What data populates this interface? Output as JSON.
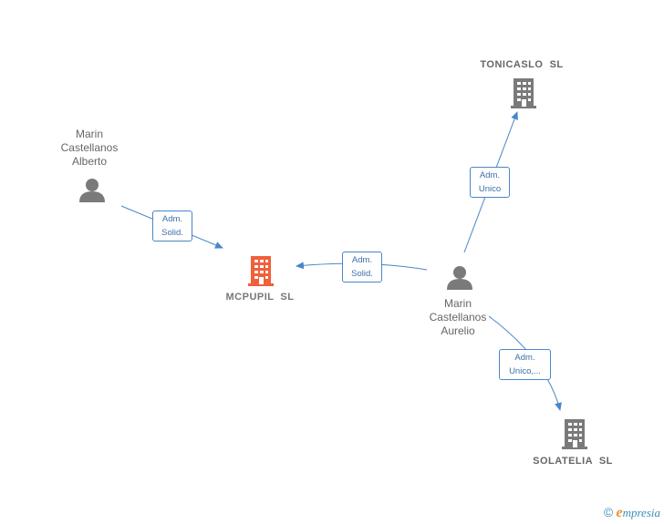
{
  "nodes": {
    "person_alberto": {
      "name": "Marin Castellanos Alberto",
      "lines": [
        "Marin",
        "Castellanos",
        "Alberto"
      ]
    },
    "person_aurelio": {
      "name": "Marin Castellanos Aurelio",
      "lines": [
        "Marin",
        "Castellanos",
        "Aurelio"
      ]
    },
    "company_mcpupil": {
      "name": "MCPUPIL  SL",
      "color": "#f0603a"
    },
    "company_tonicaslo": {
      "name": "TONICASLO  SL",
      "color": "#7a7a7a"
    },
    "company_solatelia": {
      "name": "SOLATELIA  SL",
      "color": "#7a7a7a"
    }
  },
  "edges": {
    "alberto_mcpupil": {
      "line1": "Adm.",
      "line2": "Solid."
    },
    "aurelio_mcpupil": {
      "line1": "Adm.",
      "line2": "Solid."
    },
    "aurelio_tonicaslo": {
      "line1": "Adm.",
      "line2": "Unico"
    },
    "aurelio_solatelia": {
      "line1": "Adm.",
      "line2": "Unico,..."
    }
  },
  "colors": {
    "edge": "#4a86c8",
    "person_icon": "#7a7a7a",
    "highlight_company": "#f0603a"
  },
  "footer": {
    "copyright": "©",
    "brand_initial": "e",
    "brand_rest": "mpresia"
  }
}
